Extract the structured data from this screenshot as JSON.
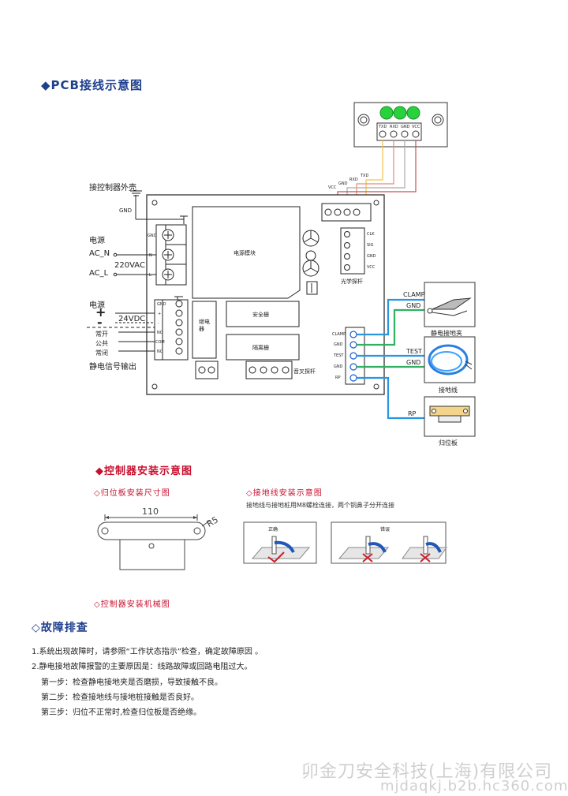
{
  "sections": {
    "pcb_title": "PCB接线示意图",
    "install_title": "控制器安装示意图",
    "plate_size_title": "归位板安装尺寸图",
    "ground_install_title": "接地线安装示意图",
    "ground_install_note": "接地线与接地桩用M8螺栓连接，两个铜鼻子分开连接",
    "mech_title": "控制器安装机械图",
    "trouble_title": "故障排查"
  },
  "pcb": {
    "shell_label": "接控制器外壳",
    "gnd": "GND",
    "power_label": "电源",
    "ac_n": "AC_N",
    "ac_voltage": "220VAC",
    "ac_l": "AC_L",
    "dc_label": "电源",
    "dc_plus": "+",
    "dc_minus": "-",
    "dc_voltage": "24VDC",
    "normally_open": "常开",
    "common": "公共",
    "normally_closed": "常闭",
    "static_output": "静电信号输出",
    "power_module": "电源模块",
    "safety_barrier": "安全栅",
    "isolation_barrier": "隔离栅",
    "relay": "继电器",
    "optical_probe": "光学探杆",
    "tuning_fork_probe": "音叉探杆",
    "header_pins": [
      "TXD",
      "RXD",
      "GND",
      "VCC"
    ],
    "comm_wires": [
      "VCC",
      "GND",
      "RXD",
      "TXD"
    ],
    "probe_pins": [
      "CLK",
      "SIG",
      "GND",
      "VCC"
    ],
    "clamp": "CLAMP",
    "clamp_gnd": "GND",
    "test": "TEST",
    "test_gnd": "GND",
    "rp": "RP",
    "left_term_pins": [
      "CLAMP",
      "GND",
      "TEST",
      "GND",
      "RP"
    ],
    "clamp_device": "静电接地夹",
    "ground_wire": "接地线",
    "return_plate": "归位板",
    "power_pins": [
      "GND",
      "N",
      "L"
    ],
    "dc_pins": [
      "GND",
      "+",
      "-",
      "NO",
      "COM",
      "NC"
    ]
  },
  "plate": {
    "width": "110",
    "radius": "R5"
  },
  "ground_demo": {
    "correct": "正确",
    "wrong": "错误"
  },
  "troubleshooting": [
    "1.系统出现故障时，请参照“工作状态指示”检查，确定故障原因 。",
    "2.静电接地故障报警的主要原因是：线路故障或回路电阻过大。",
    "第一步：检查静电接地夹是否磨损，导致接触不良。",
    "第二步：检查接地线与接地桩接触是否良好。",
    "第三步：归位不正常时,检查归位板是否绝缘。"
  ],
  "watermark": {
    "company": "卯金刀安全科技(上海)有限公司",
    "url": "mjdaqkj.b2b.hc360.com"
  }
}
